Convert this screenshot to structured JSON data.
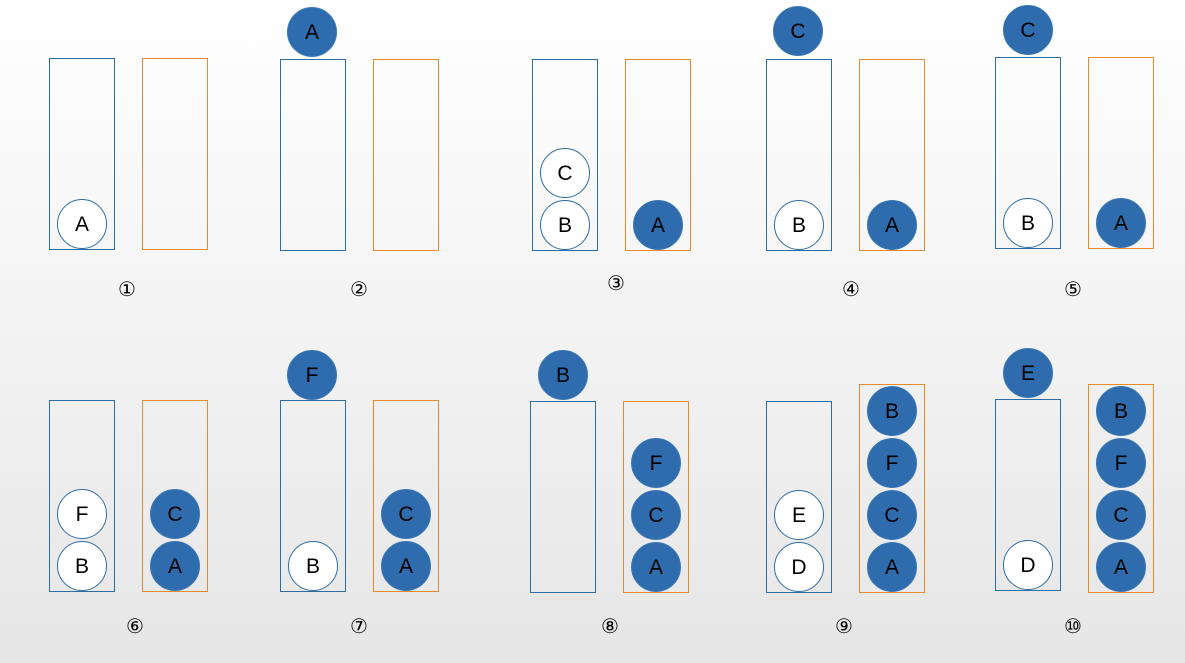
{
  "colors": {
    "left_tube": "#2e6da4",
    "right_tube": "#e58a2e",
    "filled_ball": "#2f6cad",
    "outline_ball_border": "#2e6da4"
  },
  "steps": [
    {
      "label": "①",
      "moving": null,
      "left": [
        "A"
      ],
      "right": []
    },
    {
      "label": "②",
      "moving": "A",
      "left": [],
      "right": []
    },
    {
      "label": "③",
      "moving": null,
      "left": [
        "B",
        "C"
      ],
      "right": [
        "A"
      ]
    },
    {
      "label": "④",
      "moving": "C",
      "left": [
        "B"
      ],
      "right": [
        "A"
      ]
    },
    {
      "label": "⑤",
      "moving": "C",
      "left": [
        "B"
      ],
      "right": [
        "A"
      ]
    },
    {
      "label": "⑥",
      "moving": null,
      "left": [
        "B",
        "F"
      ],
      "right": [
        "A",
        "C"
      ]
    },
    {
      "label": "⑦",
      "moving": "F",
      "left": [
        "B"
      ],
      "right": [
        "A",
        "C"
      ]
    },
    {
      "label": "⑧",
      "moving": "B",
      "left": [],
      "right": [
        "A",
        "C",
        "F"
      ]
    },
    {
      "label": "⑨",
      "moving": null,
      "left": [
        "D",
        "E"
      ],
      "right": [
        "A",
        "C",
        "F",
        "B"
      ]
    },
    {
      "label": "⑩",
      "moving": "E",
      "left": [
        "D"
      ],
      "right": [
        "A",
        "C",
        "F",
        "B"
      ]
    }
  ]
}
